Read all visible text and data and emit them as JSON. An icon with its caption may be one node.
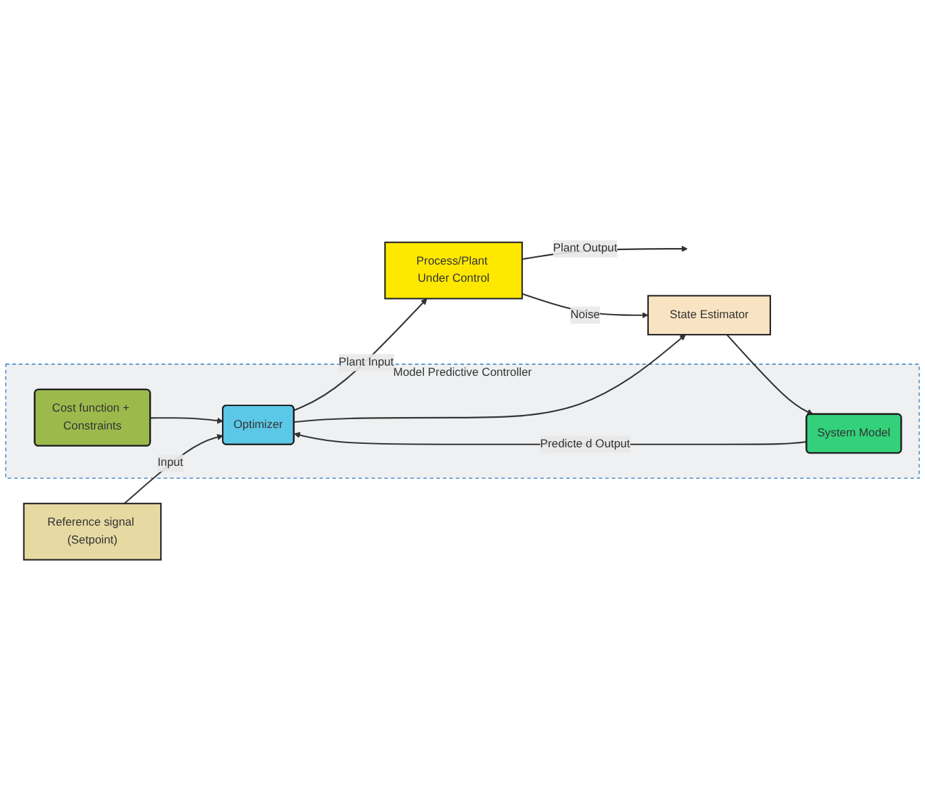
{
  "diagram": {
    "nodes": [
      {
        "text": [
          "Reference signal (Setpoint)"
        ]
      },
      {
        "text": [
          "Model Predictive Controller"
        ]
      },
      {
        "text": [
          "Optimizer"
        ],
        "in": 1
      },
      {
        "text": [
          "Cost function + Constraints"
        ],
        "in": 1
      },
      {
        "text": [
          "System Model"
        ],
        "in": 1
      },
      {
        "text": [
          "Process/Plant Under Control"
        ]
      },
      {
        "text": [
          "State Estimator"
        ]
      }
    ],
    "edges": [
      {
        "from": 0,
        "to": 2,
        "arrow": "to",
        "label": "Input"
      },
      {
        "from": 2,
        "to": 5,
        "arrow": "to",
        "label": "Plant Input"
      },
      {
        "from": 2,
        "to": 6,
        "arrow": "to"
      },
      {
        "from": 5,
        "to": null,
        "arrow": "to",
        "label": "Plant Output"
      },
      {
        "from": 5,
        "to": 6,
        "arrow": "to",
        "label": "Noise"
      },
      {
        "from": 6,
        "to": 4,
        "arrow": "to"
      },
      {
        "from": 3,
        "to": 2,
        "arrow": "to"
      },
      {
        "from": 4,
        "to": 2,
        "arrow": "to",
        "label": "Predicte d Output"
      }
    ]
  }
}
